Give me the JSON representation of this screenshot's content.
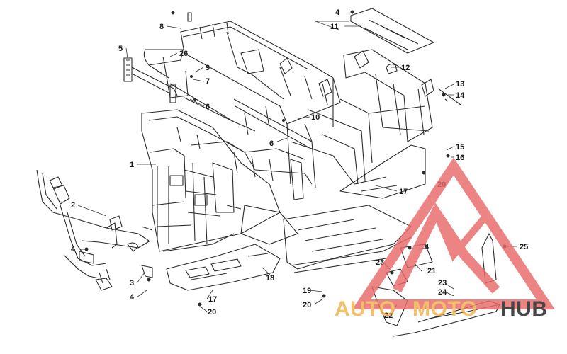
{
  "diagram": {
    "callouts": [
      "1",
      "2",
      "3",
      "4",
      "5",
      "6",
      "7",
      "8",
      "9",
      "10",
      "11",
      "12",
      "13",
      "14",
      "15",
      "16",
      "17",
      "18",
      "19",
      "20",
      "21",
      "22",
      "23",
      "24",
      "25",
      "26"
    ],
    "colors": {
      "line": "#2b2b2b",
      "label": "#1a1a1a",
      "leader": "#333333"
    }
  },
  "watermark": {
    "part1": "AUTO",
    "part2": "MOTO",
    "part3": "HUB",
    "colors": {
      "triangle": "#e86a6a",
      "auto": "#f0b24a",
      "moto": "#f0b24a",
      "hub": "#1e1e1e"
    }
  }
}
